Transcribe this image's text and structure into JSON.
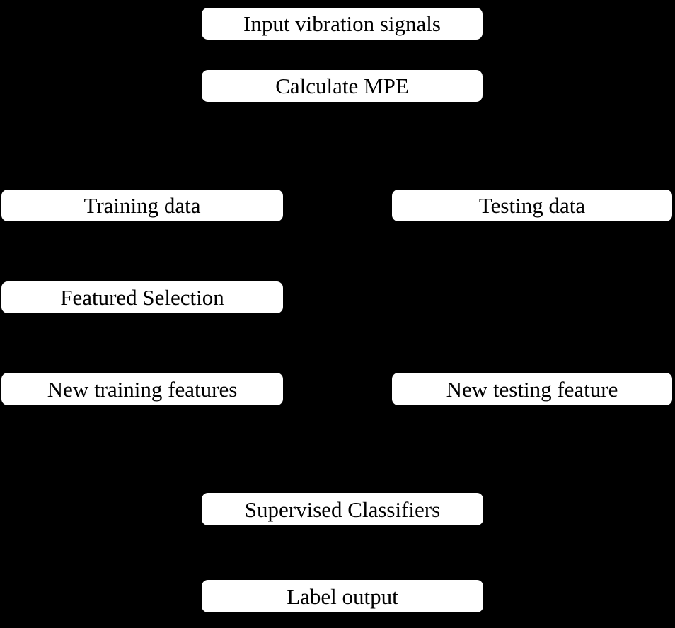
{
  "diagram": {
    "type": "flowchart",
    "background_color": "#000000",
    "node_fill_color": "#ffffff",
    "node_text_color": "#000000",
    "nodes": [
      {
        "id": "input-vibration-signals",
        "label": "Input vibration signals"
      },
      {
        "id": "calculate-mpe",
        "label": "Calculate MPE"
      },
      {
        "id": "training-data",
        "label": "Training data"
      },
      {
        "id": "testing-data",
        "label": "Testing data"
      },
      {
        "id": "featured-selection",
        "label": "Featured Selection"
      },
      {
        "id": "new-training-features",
        "label": "New training features"
      },
      {
        "id": "new-testing-feature",
        "label": "New testing feature"
      },
      {
        "id": "supervised-classifiers",
        "label": "Supervised Classifiers"
      },
      {
        "id": "label-output",
        "label": "Label output"
      }
    ]
  }
}
